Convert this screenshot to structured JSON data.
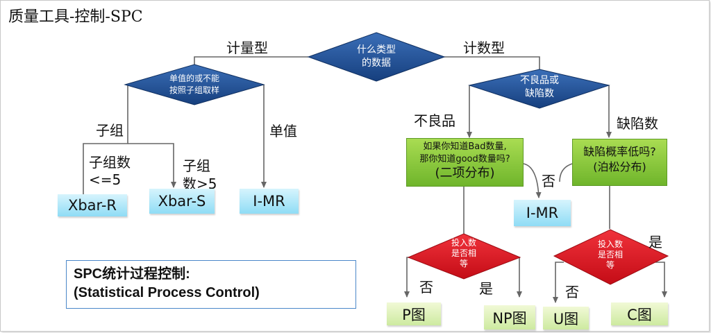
{
  "title": "质量工具-控制-SPC",
  "edges": {
    "measurement": "计量型",
    "count": "计数型",
    "subgroup": "子组",
    "individual": "单值",
    "defective": "不良品",
    "defects": "缺陷数",
    "subgroup_le5_line1": "子组数",
    "subgroup_le5_line2": "<=5",
    "subgroup_gt5_line1": "子组",
    "subgroup_gt5_line2": "数>5",
    "no_imr": "否",
    "np_no": "否",
    "np_yes": "是",
    "c_no": "否",
    "c_yes": "是"
  },
  "decisions": {
    "data_type_line1": "什么类型",
    "data_type_line2": "的数据",
    "single_line1": "单值的或不能",
    "single_line2": "按照子组取样",
    "defect_type_line1": "不良品或",
    "defect_type_line2": "缺陷数",
    "input_np_line1": "投入数",
    "input_np_line2": "是否相",
    "input_np_line3": "等",
    "input_c_line1": "投入数",
    "input_c_line2": "是否相",
    "input_c_line3": "等"
  },
  "questions": {
    "binomial_line1": "如果你知道Bad数量,",
    "binomial_line2": "那你知道good数量吗?",
    "binomial_line3": "(二项分布)",
    "poisson_line1": "缺陷概率低吗?",
    "poisson_line2": "(泊松分布)"
  },
  "results": {
    "xbar_r": "Xbar-R",
    "xbar_s": "Xbar-S",
    "imr_left": "I-MR",
    "imr_right": "I-MR",
    "p_chart": "P图",
    "np_chart": "NP图",
    "u_chart": "U图",
    "c_chart": "C图"
  },
  "note": {
    "line1": "SPC统计过程控制:",
    "line2": "(Statistical Process Control)"
  },
  "colors": {
    "decision_blue": "#1f4f93",
    "decision_red": "#e0141e",
    "result_blue": "#a6e3f7",
    "result_green": "#d9f0b0",
    "question_green": "#86c63c",
    "connector": "#666666",
    "note_border": "#4a87c9"
  }
}
